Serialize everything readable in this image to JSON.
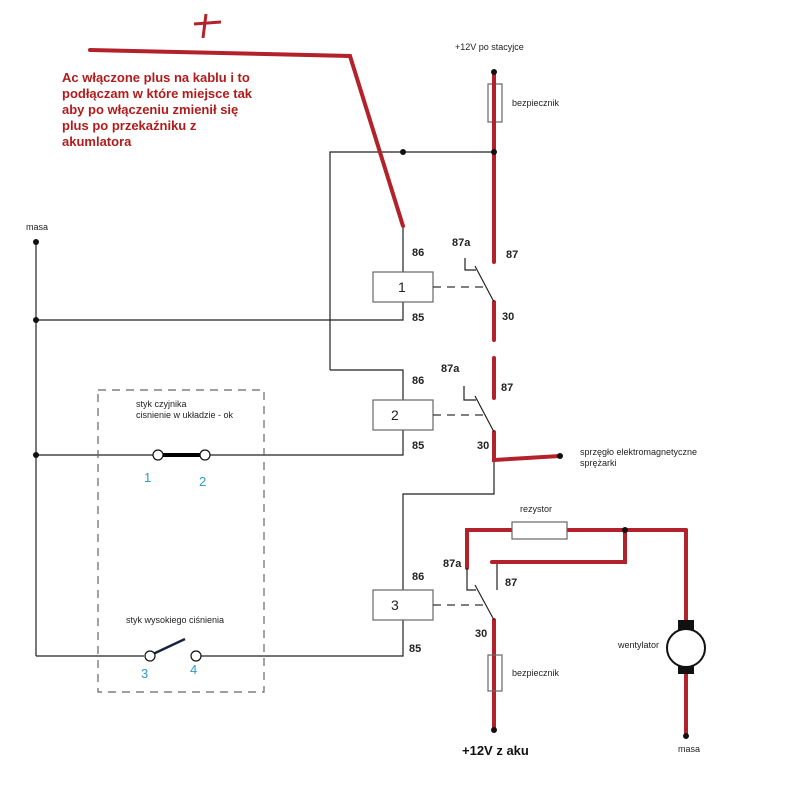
{
  "annotation": {
    "plus_mark": "+",
    "lines": [
      "Ac włączone plus na kablu i to",
      "podłączam w które miejsce tak",
      "aby po włączeniu zmienił się",
      "plus po przekaźniku z",
      "akumlatora"
    ]
  },
  "labels": {
    "supply_ignition": "+12V po stacyjce",
    "fuse_top": "bezpiecznik",
    "ground_left": "masa",
    "clutch_line1": "sprzęgło elektromagnetyczne",
    "clutch_line2": "sprężarki",
    "sensor_box_line1": "styk czyjnika",
    "sensor_box_line2": "cisnienie w układzie - ok",
    "high_pressure": "styk wysokiego ciśnienia",
    "resistor": "rezystor",
    "fan": "wentylator",
    "fuse_bottom": "bezpiecznik",
    "supply_battery": "+12V z aku",
    "ground_fan": "masa"
  },
  "relays": [
    {
      "number": "1",
      "pin86": "86",
      "pin85": "85",
      "pin87a": "87a",
      "pin87": "87",
      "pin30": "30"
    },
    {
      "number": "2",
      "pin86": "86",
      "pin85": "85",
      "pin87a": "87a",
      "pin87": "87",
      "pin30": "30"
    },
    {
      "number": "3",
      "pin86": "86",
      "pin85": "85",
      "pin87a": "87a",
      "pin87": "87",
      "pin30": "30"
    }
  ],
  "contacts": {
    "c1": "1",
    "c2": "2",
    "c3": "3",
    "c4": "4"
  },
  "colors": {
    "live_wire": "#b3212b",
    "wire": "#222222",
    "contact_number": "#2e9bc9",
    "annotation": "#b01c1c"
  }
}
